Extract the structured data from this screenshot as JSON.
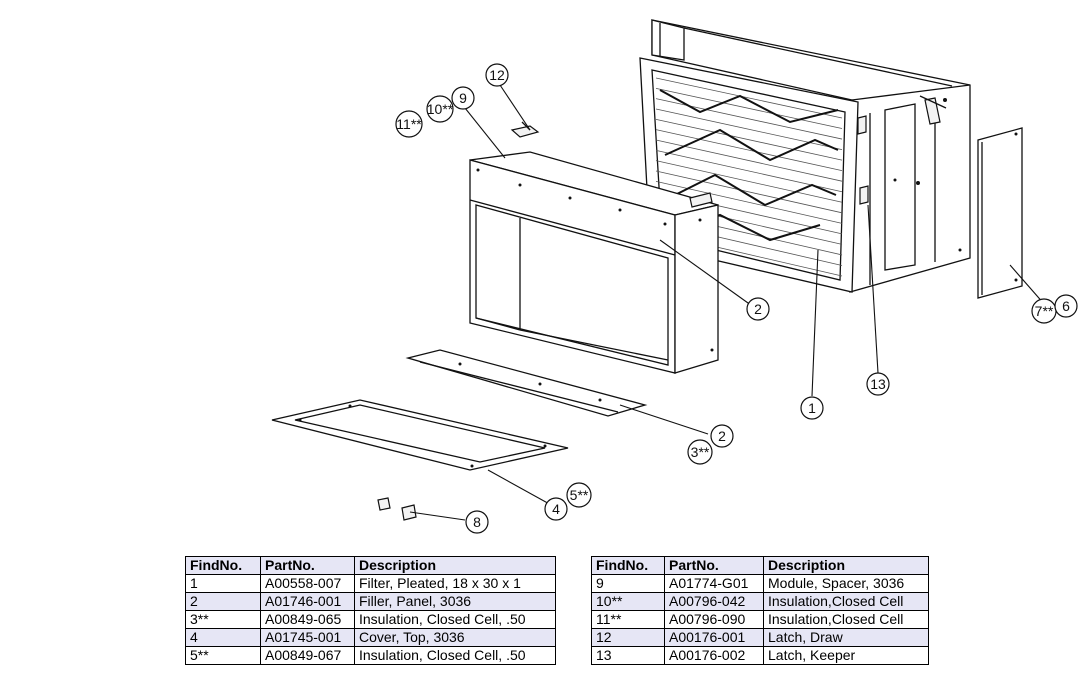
{
  "callouts": {
    "c1": "1",
    "c2a": "2",
    "c2b": "2",
    "c3": "3**",
    "c4": "4",
    "c5": "5**",
    "c6": "6",
    "c7": "7**",
    "c8": "8",
    "c9": "9",
    "c10": "10**",
    "c11": "11**",
    "c12": "12",
    "c13": "13"
  },
  "table_headers": {
    "find_no": "FindNo.",
    "part_no": "PartNo.",
    "description": "Description"
  },
  "parts_left": [
    {
      "find": "1",
      "part": "A00558-007",
      "desc": "Filter, Pleated, 18 x 30 x 1"
    },
    {
      "find": "2",
      "part": "A01746-001",
      "desc": "Filler, Panel, 3036"
    },
    {
      "find": "3**",
      "part": "A00849-065",
      "desc": "Insulation, Closed Cell, .50"
    },
    {
      "find": "4",
      "part": "A01745-001",
      "desc": "Cover, Top, 3036"
    },
    {
      "find": "5**",
      "part": "A00849-067",
      "desc": "Insulation, Closed Cell, .50"
    }
  ],
  "parts_right": [
    {
      "find": "9",
      "part": "A01774-G01",
      "desc": "Module, Spacer, 3036"
    },
    {
      "find": "10**",
      "part": "A00796-042",
      "desc": "Insulation,Closed Cell"
    },
    {
      "find": "11**",
      "part": "A00796-090",
      "desc": "Insulation,Closed Cell"
    },
    {
      "find": "12",
      "part": "A00176-001",
      "desc": "Latch, Draw"
    },
    {
      "find": "13",
      "part": "A00176-002",
      "desc": "Latch, Keeper"
    }
  ]
}
